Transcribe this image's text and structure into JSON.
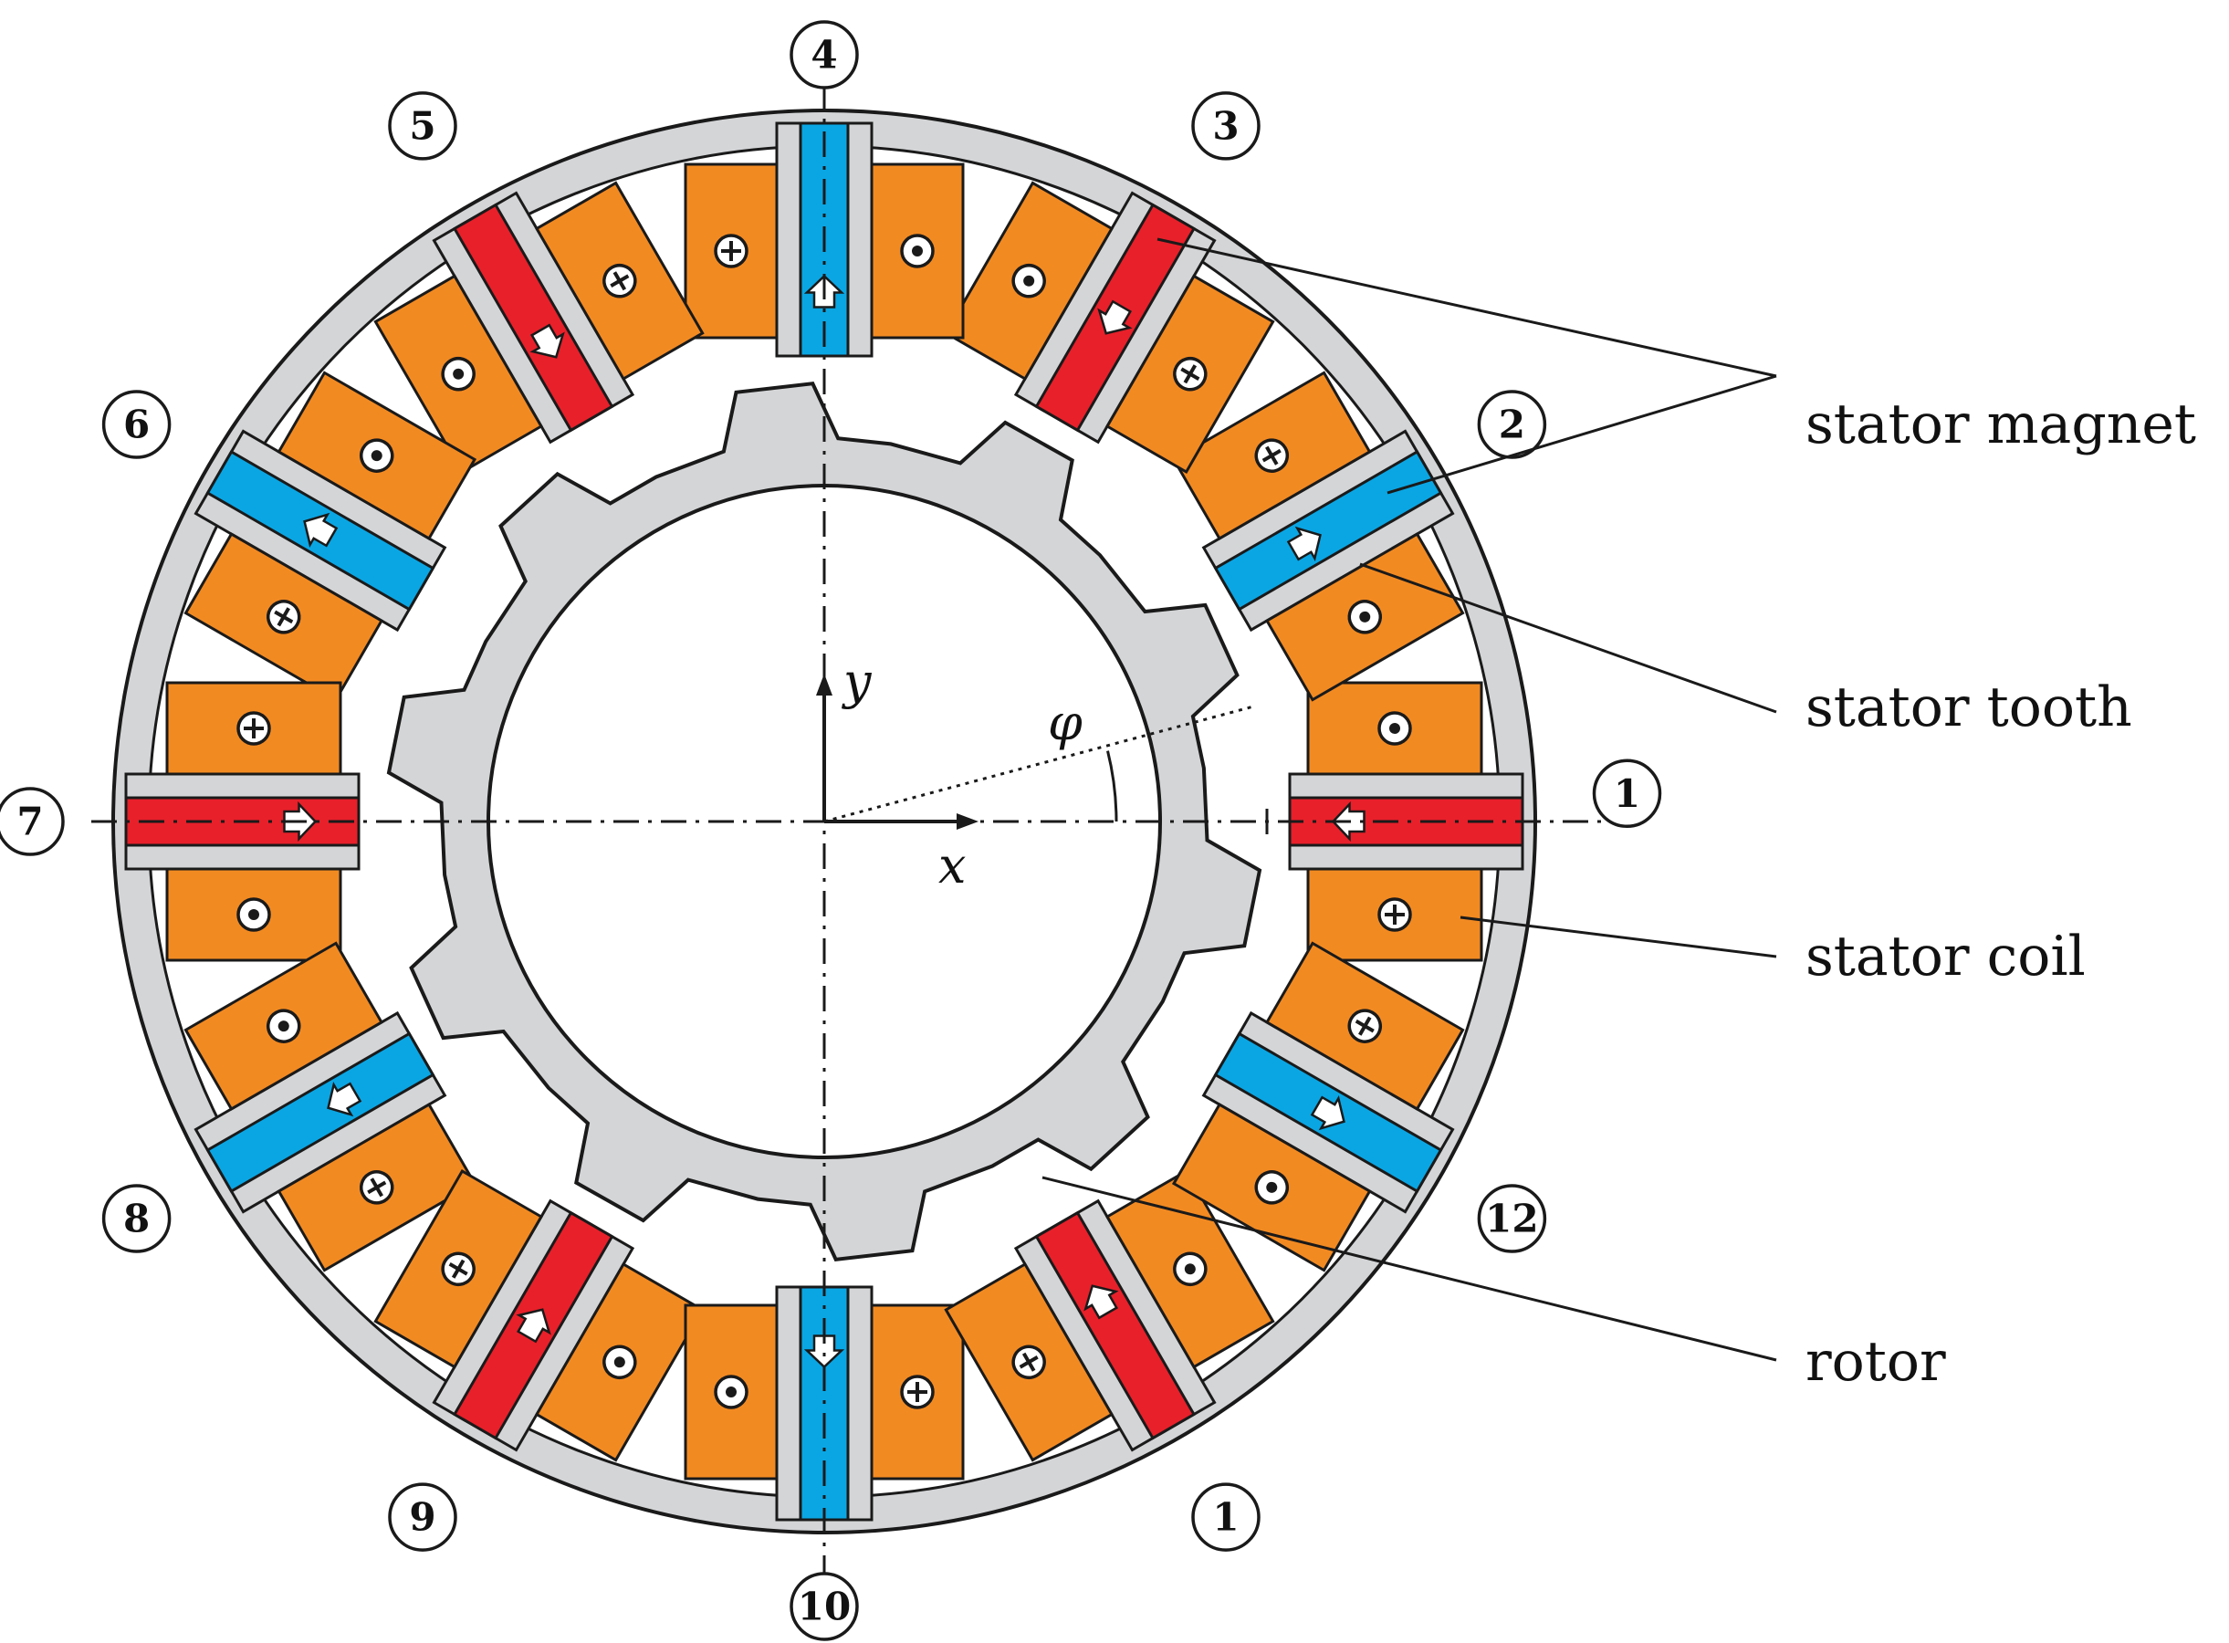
{
  "labels": {
    "stator_magnet": "stator magnet",
    "stator_tooth": "stator tooth",
    "stator_coil": "stator coil",
    "rotor": "rotor"
  },
  "axes": {
    "x": "x",
    "y": "y",
    "angle": "φ"
  },
  "positions": [
    "1",
    "2",
    "3",
    "4",
    "5",
    "6",
    "7",
    "8",
    "9",
    "10",
    "1",
    "12"
  ],
  "magnet_colors": [
    "red",
    "blue",
    "red",
    "blue",
    "red",
    "blue",
    "red",
    "blue",
    "red",
    "blue",
    "red",
    "blue"
  ],
  "colors": {
    "red": "#e8202a",
    "blue": "#0aa6e4",
    "coil": "#f28a22",
    "iron": "#d4d5d7",
    "outline": "#1a1a1a"
  },
  "symbols": {
    "dot": "dot-symbol",
    "cross": "cross-symbol"
  }
}
